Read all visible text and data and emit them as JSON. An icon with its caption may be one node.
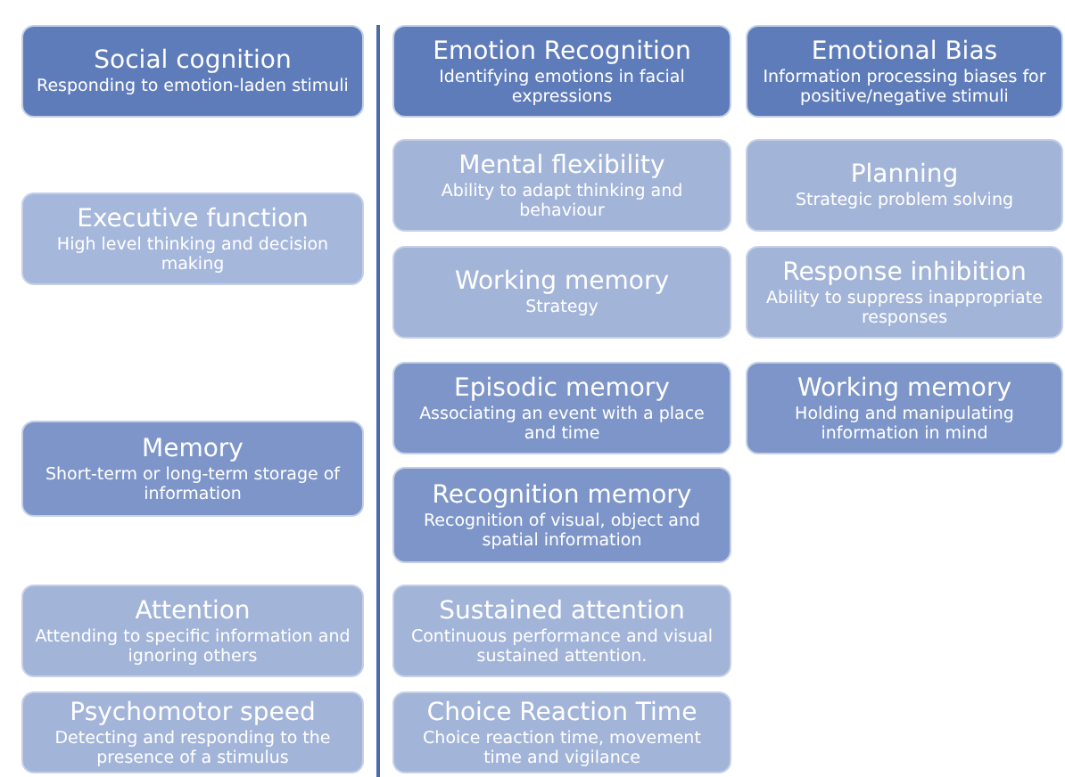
{
  "diagram": {
    "nodes": [
      {
        "text": [
          "Social cognition",
          "Responding to emotion-laden stimuli"
        ]
      },
      {
        "text": [
          "Emotion Recognition",
          "Identifying emotions in facial expressions"
        ]
      },
      {
        "text": [
          "Emotional Bias",
          "Information processing biases for positive/negative stimuli"
        ]
      },
      {
        "text": [
          "Executive function",
          "High level thinking and decision making"
        ]
      },
      {
        "text": [
          "Mental flexibility",
          "Ability to adapt thinking and behaviour"
        ]
      },
      {
        "text": [
          "Planning",
          "Strategic problem solving"
        ]
      },
      {
        "text": [
          "Working memory",
          "Strategy"
        ]
      },
      {
        "text": [
          "Response inhibition",
          "Ability to suppress inappropriate responses"
        ]
      },
      {
        "text": [
          "Memory",
          "Short-term or long-term storage of information"
        ]
      },
      {
        "text": [
          "Episodic memory",
          "Associating an event with a place and time"
        ]
      },
      {
        "text": [
          "Working memory",
          "Holding and manipulating information in mind"
        ]
      },
      {
        "text": [
          "Recognition memory",
          "Recognition of visual, object and spatial information"
        ]
      },
      {
        "text": [
          "Attention",
          "Attending to specific information and ignoring others"
        ]
      },
      {
        "text": [
          "Sustained attention",
          "Continuous performance and visual sustained attention."
        ]
      },
      {
        "text": [
          "Psychomotor speed",
          "Detecting and responding to the presence of a stimulus"
        ]
      },
      {
        "text": [
          "Choice Reaction Time",
          "Choice reaction time, movement time and vigilance"
        ]
      }
    ],
    "edges": []
  }
}
